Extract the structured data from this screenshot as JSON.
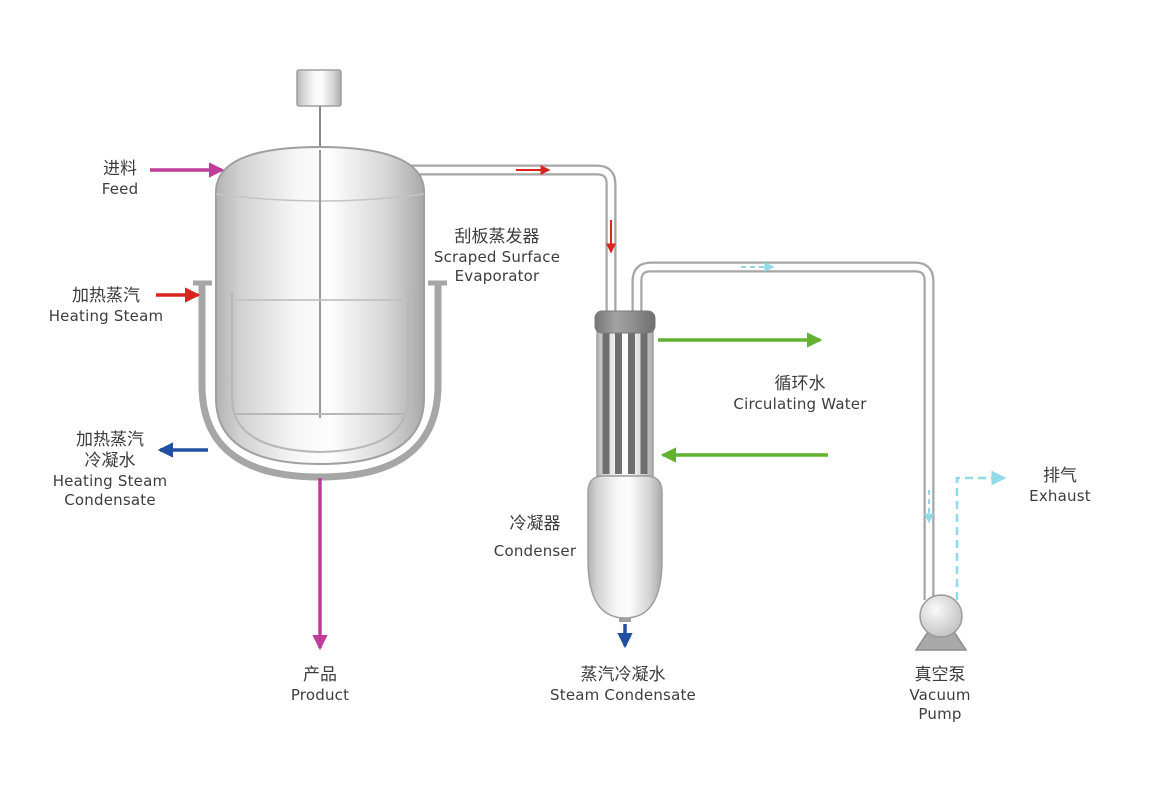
{
  "labels": {
    "feed": {
      "lines": [
        "进料",
        "Feed"
      ]
    },
    "evaporator": {
      "lines": [
        "刮板蒸发器",
        "Scraped Surface",
        "Evaporator"
      ]
    },
    "heating_steam": {
      "lines": [
        "加热蒸汽",
        "Heating Steam"
      ]
    },
    "heating_steam_condensate": {
      "lines": [
        "加热蒸汽",
        "冷凝水",
        "Heating Steam",
        "Condensate"
      ]
    },
    "product": {
      "lines": [
        "产品",
        "Product"
      ]
    },
    "circulating_water": {
      "lines": [
        "循环水",
        "Circulating Water"
      ]
    },
    "condenser": {
      "lines": [
        "冷凝器",
        "Condenser"
      ]
    },
    "steam_condensate": {
      "lines": [
        "蒸汽冷凝水",
        "Steam Condensate"
      ]
    },
    "exhaust": {
      "lines": [
        "排气",
        "Exhaust"
      ]
    },
    "vacuum_pump": {
      "lines": [
        "真空泵",
        "Vacuum",
        "Pump"
      ]
    }
  },
  "colors": {
    "feed_product": "#bd3c9c",
    "heating_steam": "#d8251d",
    "condensate": "#2150a0",
    "circulating_water": "#62b22f",
    "exhaust_vapor": "#8fd9e9",
    "pipe": "#a6a6a6",
    "text": "#3d3d3d"
  }
}
